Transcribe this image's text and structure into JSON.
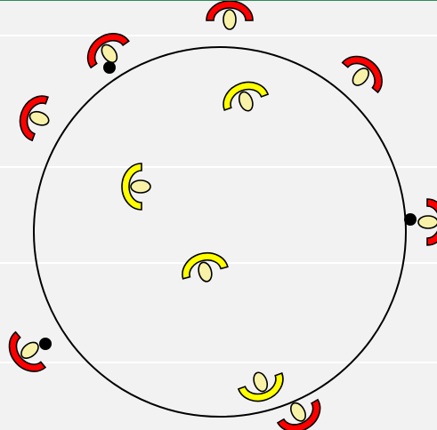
{
  "scene": {
    "type": "circle-arena-game",
    "background": "#f2f2f2",
    "top_border_color": "#2e8b57",
    "lane_line_color": "#ffffff",
    "arena_stroke": "#000000",
    "colors": {
      "player_outer": "#ff0000",
      "player_inner": "#ffff00",
      "head": "#f7f2a8",
      "outline": "#000000",
      "ball": "#000000"
    },
    "outside_players": [
      {
        "id": "outside-1",
        "team": "red"
      },
      {
        "id": "outside-2",
        "team": "red"
      },
      {
        "id": "outside-3",
        "team": "red"
      },
      {
        "id": "outside-4",
        "team": "red"
      },
      {
        "id": "outside-5",
        "team": "red"
      },
      {
        "id": "outside-6",
        "team": "red"
      },
      {
        "id": "outside-7",
        "team": "red"
      }
    ],
    "inside_players": [
      {
        "id": "inside-1",
        "team": "yellow"
      },
      {
        "id": "inside-2",
        "team": "yellow"
      },
      {
        "id": "inside-3",
        "team": "yellow"
      },
      {
        "id": "inside-4",
        "team": "yellow"
      }
    ],
    "balls": 3
  }
}
